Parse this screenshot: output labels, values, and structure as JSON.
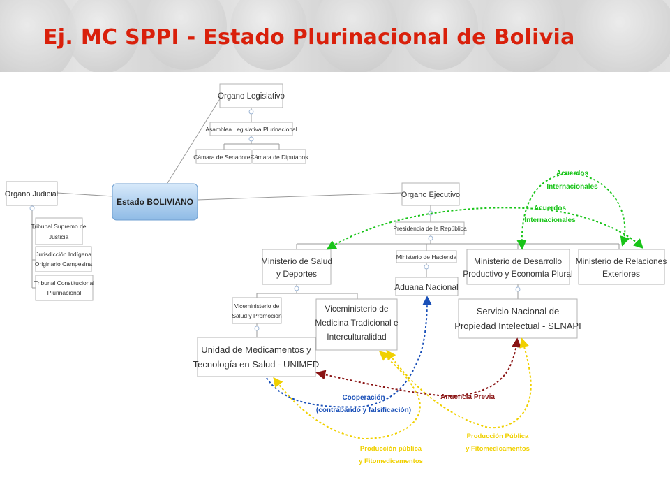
{
  "title": "Ej. MC SPPI - Estado Plurinacional de Bolivia",
  "nodes": {
    "estado": "Estado BOLIVIANO",
    "legislativo": "Organo Legislativo",
    "asamblea": "Asamblea Legislativa Plurinacional",
    "senadores": "Cámara de Senadores",
    "diputados": "Cámara de Diputados",
    "judicial": "Organo Judicial",
    "tribunal_supremo": [
      "Tribunal Supremo de",
      "Justicia"
    ],
    "jurisdiccion": [
      "Jurisdicción Indígena",
      "Originario Campesina"
    ],
    "tribunal_constitucional": [
      "Tribunal Constitucional",
      "Plurinacional"
    ],
    "ejecutivo": "Organo Ejecutivo",
    "presidencia": "Presidencia de la República",
    "min_salud": [
      "Ministerio de Salud",
      "y Deportes"
    ],
    "min_hacienda": "Ministerio de Hacienda",
    "min_desarrollo": [
      "Ministerio de Desarrollo",
      "Productivo y Economía Plural"
    ],
    "min_relaciones": [
      "Ministerio de Relaciones",
      "Exteriores"
    ],
    "vice_salud": [
      "Viceministerio de",
      "Salud y Promoción"
    ],
    "vice_medicina": [
      "Viceministerio de",
      "Medicina Tradicional e",
      "Interculturalidad"
    ],
    "aduana": "Aduana Nacional",
    "senapi": [
      "Servicio Nacional de",
      "Propiedad Intelectual - SENAPI"
    ],
    "unimed": [
      "Unidad de Medicamentos y",
      "Tecnología en Salud - UNIMED"
    ]
  },
  "relations": {
    "acuerdos_1": [
      "Acuerdos",
      "Internacionales"
    ],
    "acuerdos_2": [
      "Acuerdos",
      "Internacionales"
    ],
    "cooperacion": [
      "Cooperación",
      "(contrabando y falsificación)"
    ],
    "anuencia": "Anuencia Previa",
    "produccion_1": [
      "Producción pública",
      "y Fitomedicamentos"
    ],
    "produccion_2": [
      "Producción Pública",
      "y Fitomedicamentos"
    ]
  },
  "colors": {
    "title": "#d9200b",
    "acuerdos": "#19c419",
    "cooperacion": "#1a50b8",
    "anuencia": "#8a1414",
    "produccion": "#f0d000",
    "root_fill": "#a9cdee"
  }
}
